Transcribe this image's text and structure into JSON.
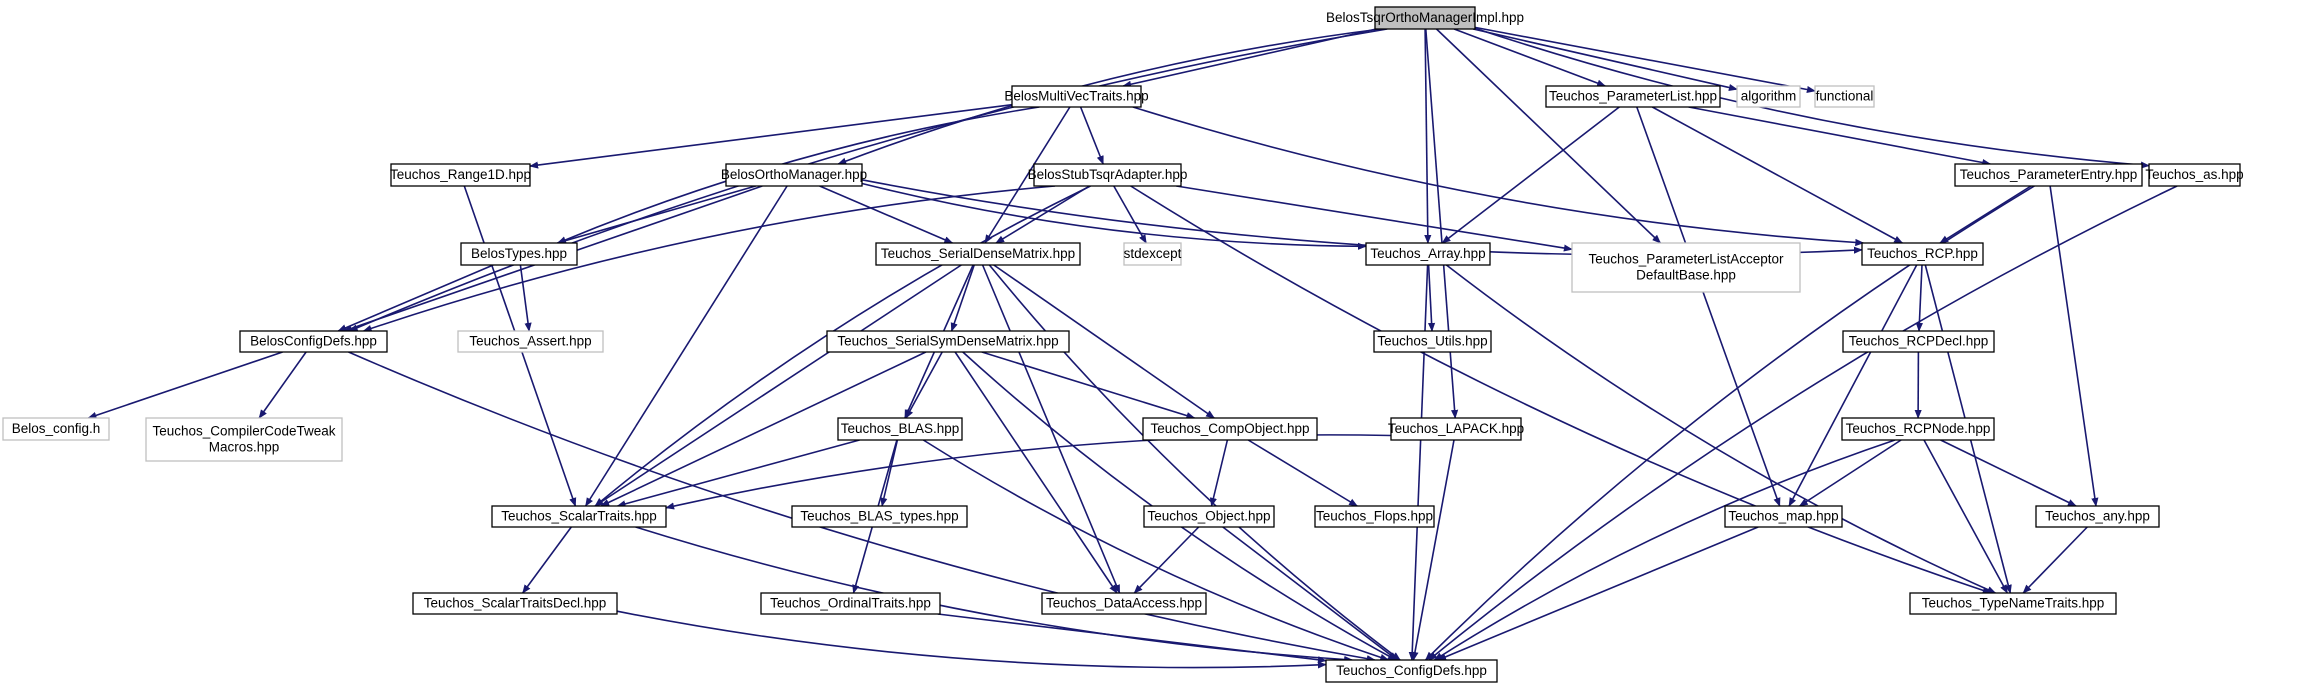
{
  "title": "BelosTsqrOrthoManagerImpl.hpp",
  "colors": {
    "edge": "#191970",
    "node_border": "#000000",
    "external_border": "#bfbfbf",
    "root_fill": "#bfbfbf",
    "background": "#ffffff"
  },
  "nodes": [
    {
      "id": "root",
      "lines": [
        "BelosTsqrOrthoManagerImpl.hpp"
      ],
      "kind": "root"
    },
    {
      "id": "mvtraits",
      "lines": [
        "BelosMultiVecTraits.hpp"
      ],
      "kind": "file"
    },
    {
      "id": "plist",
      "lines": [
        "Teuchos_ParameterList.hpp"
      ],
      "kind": "file"
    },
    {
      "id": "algorithm",
      "lines": [
        "algorithm"
      ],
      "kind": "external"
    },
    {
      "id": "functional",
      "lines": [
        "functional"
      ],
      "kind": "external"
    },
    {
      "id": "range1d",
      "lines": [
        "Teuchos_Range1D.hpp"
      ],
      "kind": "file"
    },
    {
      "id": "orthomgr",
      "lines": [
        "BelosOrthoManager.hpp"
      ],
      "kind": "file"
    },
    {
      "id": "stubtsqr",
      "lines": [
        "BelosStubTsqrAdapter.hpp"
      ],
      "kind": "file"
    },
    {
      "id": "pentry",
      "lines": [
        "Teuchos_ParameterEntry.hpp"
      ],
      "kind": "file"
    },
    {
      "id": "as",
      "lines": [
        "Teuchos_as.hpp"
      ],
      "kind": "file"
    },
    {
      "id": "types",
      "lines": [
        "BelosTypes.hpp"
      ],
      "kind": "file"
    },
    {
      "id": "sdm",
      "lines": [
        "Teuchos_SerialDenseMatrix.hpp"
      ],
      "kind": "file"
    },
    {
      "id": "stdexcept",
      "lines": [
        "stdexcept"
      ],
      "kind": "external"
    },
    {
      "id": "array",
      "lines": [
        "Teuchos_Array.hpp"
      ],
      "kind": "file"
    },
    {
      "id": "placcept",
      "lines": [
        "Teuchos_ParameterListAcceptor",
        "DefaultBase.hpp"
      ],
      "kind": "external"
    },
    {
      "id": "rcp",
      "lines": [
        "Teuchos_RCP.hpp"
      ],
      "kind": "file"
    },
    {
      "id": "configdefs",
      "lines": [
        "BelosConfigDefs.hpp"
      ],
      "kind": "file"
    },
    {
      "id": "assert",
      "lines": [
        "Teuchos_Assert.hpp"
      ],
      "kind": "external"
    },
    {
      "id": "ssdm",
      "lines": [
        "Teuchos_SerialSymDenseMatrix.hpp"
      ],
      "kind": "file"
    },
    {
      "id": "utils",
      "lines": [
        "Teuchos_Utils.hpp"
      ],
      "kind": "file"
    },
    {
      "id": "rcpdecl",
      "lines": [
        "Teuchos_RCPDecl.hpp"
      ],
      "kind": "file"
    },
    {
      "id": "belosconfig",
      "lines": [
        "Belos_config.h"
      ],
      "kind": "external"
    },
    {
      "id": "cctweak",
      "lines": [
        "Teuchos_CompilerCodeTweak",
        "Macros.hpp"
      ],
      "kind": "external"
    },
    {
      "id": "blas",
      "lines": [
        "Teuchos_BLAS.hpp"
      ],
      "kind": "file"
    },
    {
      "id": "compobj",
      "lines": [
        "Teuchos_CompObject.hpp"
      ],
      "kind": "file"
    },
    {
      "id": "lapack",
      "lines": [
        "Teuchos_LAPACK.hpp"
      ],
      "kind": "file"
    },
    {
      "id": "rcpnode",
      "lines": [
        "Teuchos_RCPNode.hpp"
      ],
      "kind": "file"
    },
    {
      "id": "scalartraits",
      "lines": [
        "Teuchos_ScalarTraits.hpp"
      ],
      "kind": "file"
    },
    {
      "id": "blastypes",
      "lines": [
        "Teuchos_BLAS_types.hpp"
      ],
      "kind": "file"
    },
    {
      "id": "object",
      "lines": [
        "Teuchos_Object.hpp"
      ],
      "kind": "file"
    },
    {
      "id": "flops",
      "lines": [
        "Teuchos_Flops.hpp"
      ],
      "kind": "file"
    },
    {
      "id": "map",
      "lines": [
        "Teuchos_map.hpp"
      ],
      "kind": "file"
    },
    {
      "id": "any",
      "lines": [
        "Teuchos_any.hpp"
      ],
      "kind": "file"
    },
    {
      "id": "stdecl",
      "lines": [
        "Teuchos_ScalarTraitsDecl.hpp"
      ],
      "kind": "file"
    },
    {
      "id": "ordinal",
      "lines": [
        "Teuchos_OrdinalTraits.hpp"
      ],
      "kind": "file"
    },
    {
      "id": "dataaccess",
      "lines": [
        "Teuchos_DataAccess.hpp"
      ],
      "kind": "file"
    },
    {
      "id": "typename",
      "lines": [
        "Teuchos_TypeNameTraits.hpp"
      ],
      "kind": "file"
    },
    {
      "id": "tconfigdefs",
      "lines": [
        "Teuchos_ConfigDefs.hpp"
      ],
      "kind": "file"
    }
  ],
  "edges": [
    [
      "root",
      "mvtraits"
    ],
    [
      "root",
      "plist"
    ],
    [
      "root",
      "algorithm"
    ],
    [
      "root",
      "functional"
    ],
    [
      "root",
      "orthomgr"
    ],
    [
      "root",
      "configdefs"
    ],
    [
      "root",
      "array"
    ],
    [
      "root",
      "placcept"
    ],
    [
      "root",
      "lapack"
    ],
    [
      "root",
      "as"
    ],
    [
      "mvtraits",
      "range1d"
    ],
    [
      "mvtraits",
      "stubtsqr"
    ],
    [
      "mvtraits",
      "types"
    ],
    [
      "mvtraits",
      "sdm"
    ],
    [
      "mvtraits",
      "rcp"
    ],
    [
      "plist",
      "array"
    ],
    [
      "plist",
      "rcp"
    ],
    [
      "plist",
      "pentry"
    ],
    [
      "plist",
      "map"
    ],
    [
      "orthomgr",
      "types"
    ],
    [
      "orthomgr",
      "sdm"
    ],
    [
      "orthomgr",
      "configdefs"
    ],
    [
      "orthomgr",
      "scalartraits"
    ],
    [
      "orthomgr",
      "array"
    ],
    [
      "orthomgr",
      "rcp"
    ],
    [
      "stubtsqr",
      "stdexcept"
    ],
    [
      "stubtsqr",
      "sdm"
    ],
    [
      "stubtsqr",
      "configdefs"
    ],
    [
      "stubtsqr",
      "scalartraits"
    ],
    [
      "stubtsqr",
      "placcept"
    ],
    [
      "stubtsqr",
      "typename"
    ],
    [
      "range1d",
      "scalartraits"
    ],
    [
      "pentry",
      "rcp"
    ],
    [
      "pentry",
      "any"
    ],
    [
      "pentry",
      "tconfigdefs"
    ],
    [
      "as",
      "tconfigdefs"
    ],
    [
      "types",
      "configdefs"
    ],
    [
      "types",
      "assert"
    ],
    [
      "configdefs",
      "belosconfig"
    ],
    [
      "configdefs",
      "cctweak"
    ],
    [
      "configdefs",
      "tconfigdefs"
    ],
    [
      "sdm",
      "ssdm"
    ],
    [
      "sdm",
      "blas"
    ],
    [
      "sdm",
      "compobj"
    ],
    [
      "sdm",
      "scalartraits"
    ],
    [
      "sdm",
      "dataaccess"
    ],
    [
      "sdm",
      "tconfigdefs"
    ],
    [
      "ssdm",
      "blas"
    ],
    [
      "ssdm",
      "compobj"
    ],
    [
      "ssdm",
      "scalartraits"
    ],
    [
      "ssdm",
      "dataaccess"
    ],
    [
      "ssdm",
      "tconfigdefs"
    ],
    [
      "array",
      "utils"
    ],
    [
      "array",
      "tconfigdefs"
    ],
    [
      "array",
      "typename"
    ],
    [
      "rcp",
      "rcpdecl"
    ],
    [
      "rcp",
      "map"
    ],
    [
      "rcp",
      "typename"
    ],
    [
      "rcpdecl",
      "rcpnode"
    ],
    [
      "rcpnode",
      "map"
    ],
    [
      "rcpnode",
      "any"
    ],
    [
      "rcpnode",
      "typename"
    ],
    [
      "rcpnode",
      "tconfigdefs"
    ],
    [
      "blas",
      "scalartraits"
    ],
    [
      "blas",
      "blastypes"
    ],
    [
      "blas",
      "ordinal"
    ],
    [
      "blas",
      "tconfigdefs"
    ],
    [
      "compobj",
      "object"
    ],
    [
      "compobj",
      "flops"
    ],
    [
      "object",
      "dataaccess"
    ],
    [
      "object",
      "tconfigdefs"
    ],
    [
      "lapack",
      "scalartraits"
    ],
    [
      "lapack",
      "tconfigdefs"
    ],
    [
      "scalartraits",
      "stdecl"
    ],
    [
      "scalartraits",
      "tconfigdefs"
    ],
    [
      "stdecl",
      "tconfigdefs"
    ],
    [
      "ordinal",
      "tconfigdefs"
    ],
    [
      "map",
      "tconfigdefs"
    ],
    [
      "any",
      "typename"
    ]
  ]
}
